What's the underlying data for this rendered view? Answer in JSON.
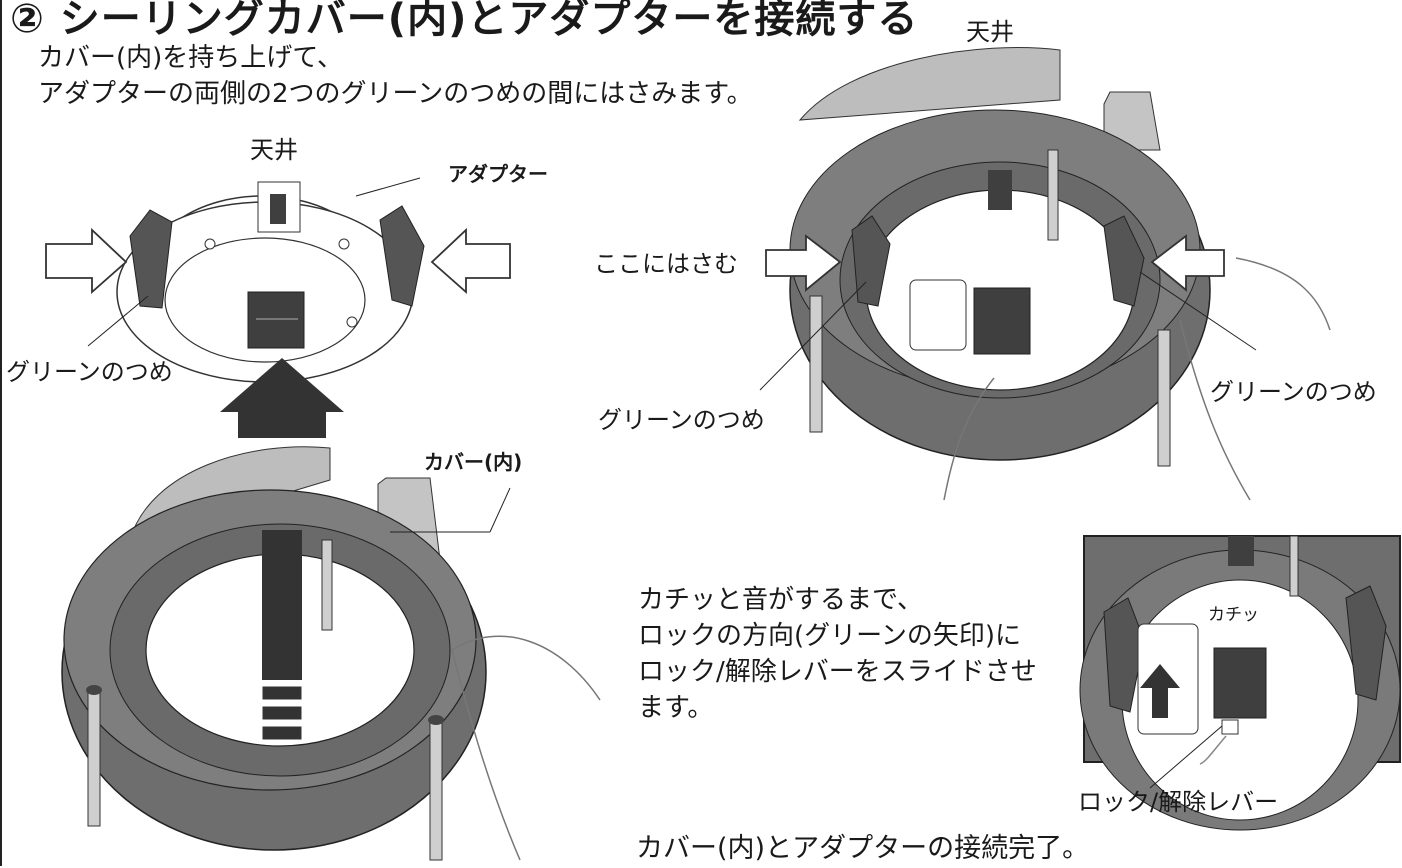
{
  "title": "② シーリングカバー(内)とアダプターを接続する",
  "intro": {
    "line1": "カバー(内)を持ち上げて、",
    "line2": "アダプターの両側の2つのグリーンのつめの間にはさみます。"
  },
  "left_figure": {
    "ceiling_label": "天井",
    "adapter_label": "アダプター",
    "claw_label": "グリーンのつめ",
    "cover_label": "カバー(内)"
  },
  "right_figure": {
    "ceiling_label": "天井",
    "insert_label": "ここにはさむ",
    "claw_label_left": "グリーンのつめ",
    "claw_label_right": "グリーンのつめ"
  },
  "lock_step": {
    "line1": "カチッと音がするまで、",
    "line2": "ロックの方向(グリーンの矢印)に",
    "line3": "ロック/解除レバーをスライドさせ",
    "line4": "ます。"
  },
  "detail": {
    "click_label": "カチッ",
    "lever_label": "ロック/解除レバー"
  },
  "completion": "カバー(内)とアダプターの接続完了。",
  "colors": {
    "dark_gray": "#3f3f3f",
    "mid_gray": "#7a7a7a",
    "light_gray": "#bdbdbd"
  }
}
